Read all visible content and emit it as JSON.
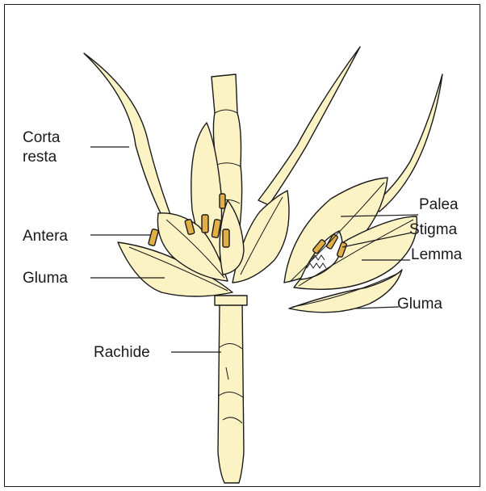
{
  "colors": {
    "plant_fill": "#fbf3c4",
    "anther_fill": "#e1b045",
    "outline": "#1a1a1a"
  },
  "labels": {
    "corta_resta_line1": "Corta",
    "corta_resta_line2": "resta",
    "antera": "Antera",
    "gluma_left": "Gluma",
    "rachide": "Rachide",
    "palea": "Palea",
    "stigma": "Stigma",
    "lemma": "Lemma",
    "gluma_right": "Gluma"
  }
}
